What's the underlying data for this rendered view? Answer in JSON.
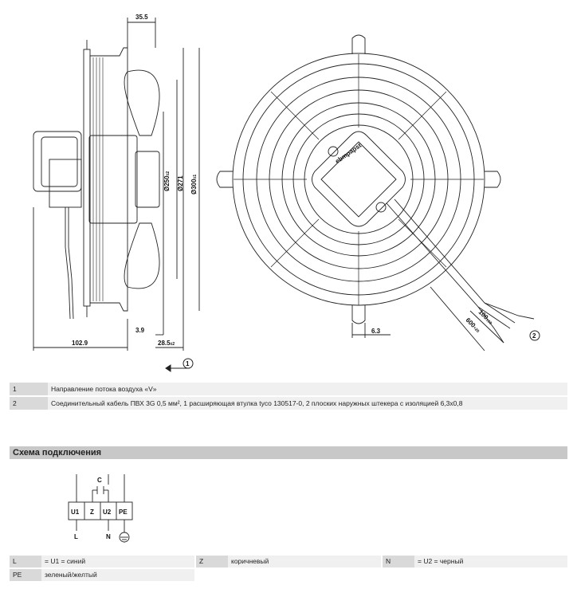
{
  "drawing": {
    "dimensions": {
      "d_top": "35.5",
      "d_3_9": "3.9",
      "d_102_9": "102.9",
      "d_28_5": "28.5",
      "d_28_5_tol": "±2",
      "d_250": "Ø250",
      "d_250_tol": "±2",
      "d_271": "Ø271",
      "d_300": "Ø300",
      "d_300_tol": "±1",
      "d_6_3": "6.3",
      "d_100": "100",
      "d_100_tol": "±10",
      "d_600": "600",
      "d_600_tol": "+20",
      "callout_1": "1",
      "callout_2": "2"
    },
    "logo_text": "ebmpapst"
  },
  "notes": [
    {
      "num": "1",
      "text": "Направление потока воздуха «V»"
    },
    {
      "num": "2",
      "text": "Соединительный кабель ПВХ 3G 0,5 мм², 1 расширяющая втулка tyco 130517-0, 2 плоских наружных штекера с изоляцией 6,3x0,8"
    }
  ],
  "wiring": {
    "title": "Схема подключения",
    "terminals": [
      "U1",
      "Z",
      "U2",
      "PE"
    ],
    "cap_label": "C",
    "bottom_labels": [
      "L",
      "N"
    ]
  },
  "legend": {
    "row1": [
      {
        "key": "L",
        "value": "= U1 = синий"
      },
      {
        "key": "Z",
        "value": "коричневый"
      },
      {
        "key": "N",
        "value": "= U2 = черный"
      }
    ],
    "row2": [
      {
        "key": "PE",
        "value": "зеленый/желтый"
      }
    ]
  }
}
